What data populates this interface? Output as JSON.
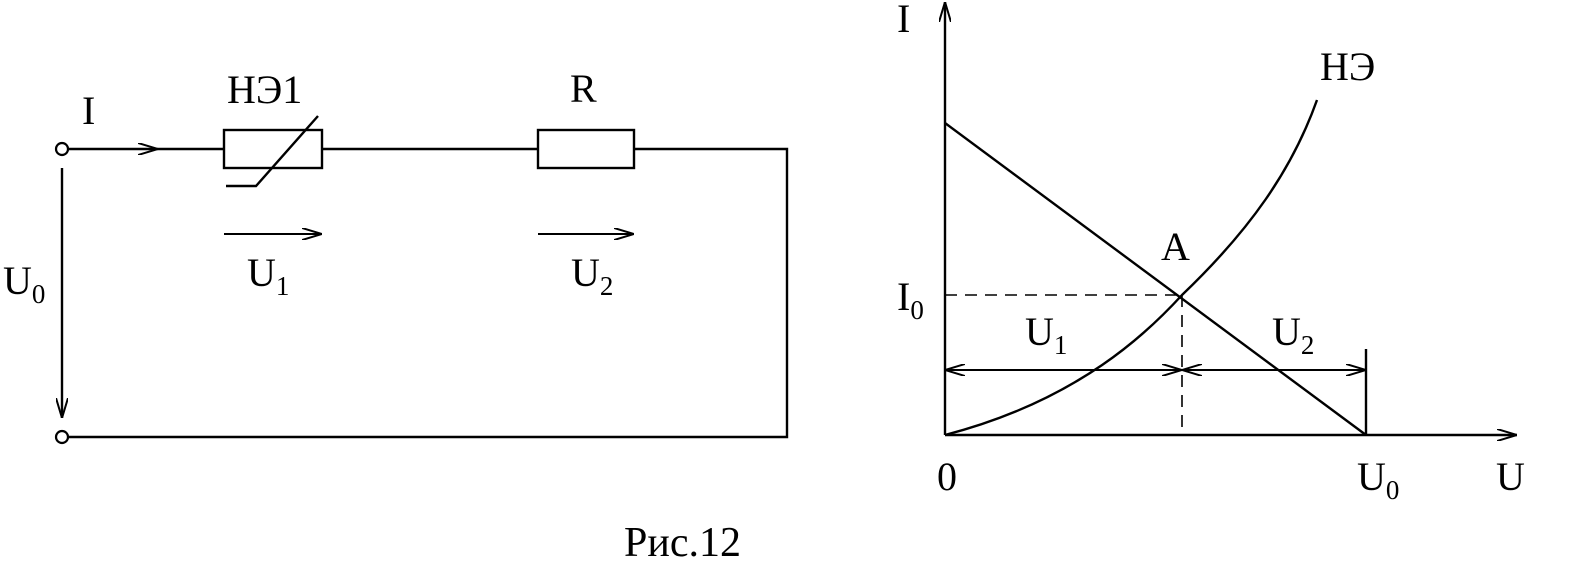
{
  "circuit": {
    "current_label": "I",
    "element1_label": "НЭ1",
    "resistor_label": "R",
    "source_label": "U",
    "source_sub": "0",
    "u1_label": "U",
    "u1_sub": "1",
    "u2_label": "U",
    "u2_sub": "2"
  },
  "graph": {
    "y_axis_label": "I",
    "x_axis_label": "U",
    "origin_label": "0",
    "curve_label": "НЭ",
    "point_label": "A",
    "i0_label": "I",
    "i0_sub": "0",
    "u0_label": "U",
    "u0_sub": "0",
    "u1_label": "U",
    "u1_sub": "1",
    "u2_label": "U",
    "u2_sub": "2"
  },
  "caption": "Рис.12"
}
